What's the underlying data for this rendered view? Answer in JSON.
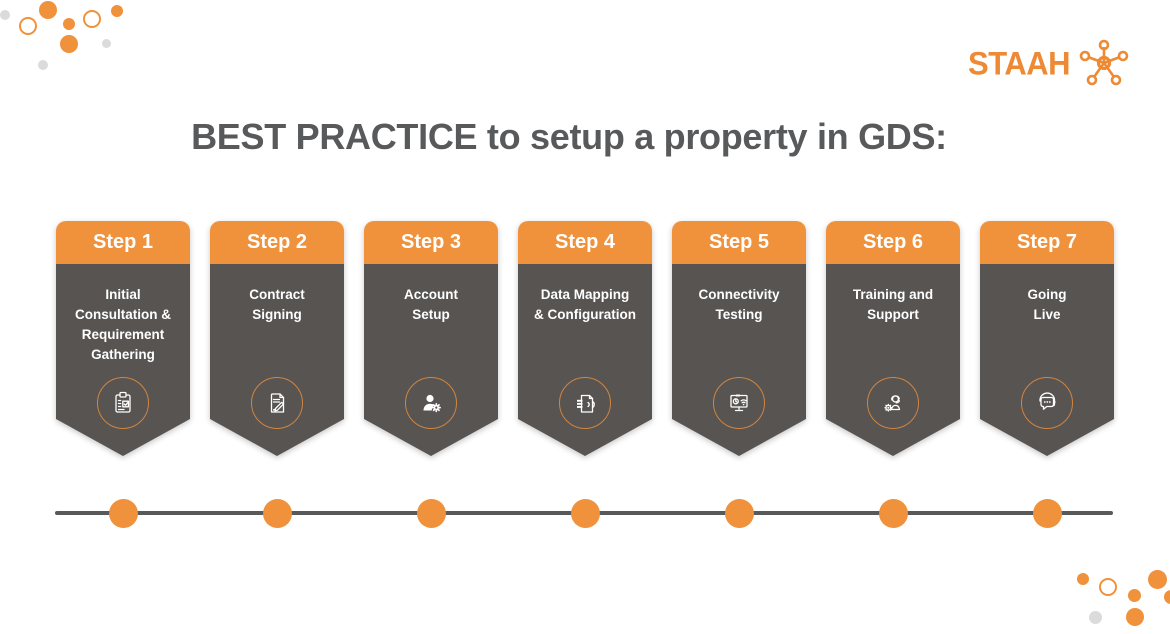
{
  "brand": {
    "name": "STAAH",
    "logo_icon": "molecule-network-icon"
  },
  "title": "BEST PRACTICE to setup a property in GDS:",
  "colors": {
    "orange": "#F0913C",
    "logo_orange": "#EE8A33",
    "dark_gray": "#575452",
    "title_gray": "#58595B",
    "line_gray": "#58595B",
    "dot_gray": "#DBDBDB"
  },
  "steps": [
    {
      "label": "Step 1",
      "title": "Initial\nConsultation &\nRequirement\nGathering",
      "icon": "clipboard-checklist-icon"
    },
    {
      "label": "Step 2",
      "title": "Contract\nSigning",
      "icon": "contract-signing-icon"
    },
    {
      "label": "Step 3",
      "title": "Account\nSetup",
      "icon": "user-gear-icon"
    },
    {
      "label": "Step 4",
      "title": "Data Mapping\n& Configuration",
      "icon": "data-mapping-icon"
    },
    {
      "label": "Step 5",
      "title": "Connectivity\nTesting",
      "icon": "monitor-testing-icon"
    },
    {
      "label": "Step 6",
      "title": "Training and\nSupport",
      "icon": "headset-gear-icon"
    },
    {
      "label": "Step 7",
      "title": "Going\nLive",
      "icon": "chat-headset-icon"
    }
  ],
  "timeline": {
    "dot_count": 7
  }
}
